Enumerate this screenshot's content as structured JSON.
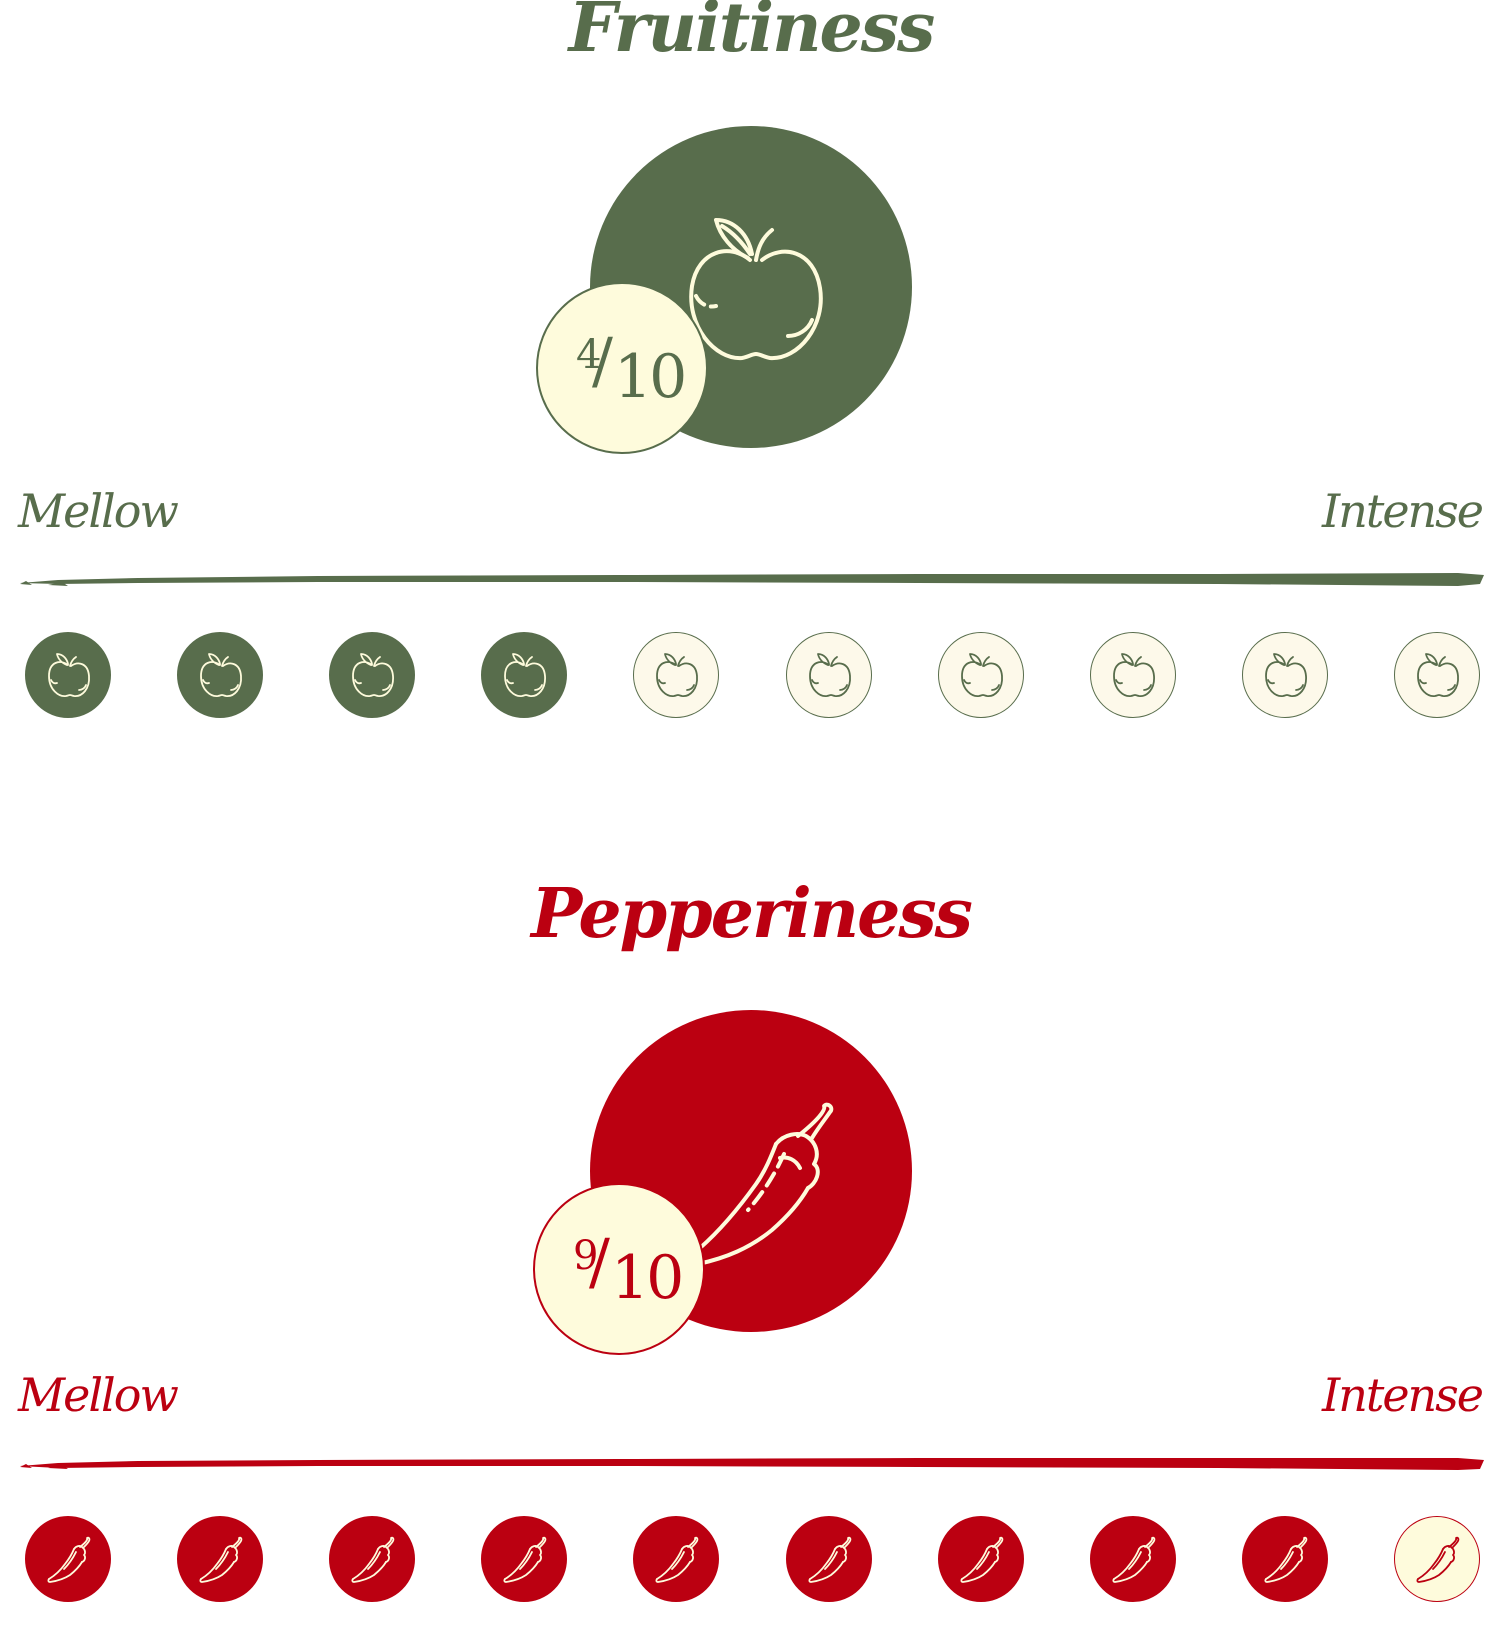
{
  "fruitiness": {
    "title": "Fruitiness",
    "score": "4",
    "out_of": "10",
    "score_value": 4,
    "max_score": 10,
    "low_label": "Mellow",
    "high_label": "Intense",
    "icon": "apple-icon",
    "colors": {
      "accent": "#586d4c",
      "badge": "#fefbdc",
      "dot_empty": "#fdf9ea"
    }
  },
  "pepperiness": {
    "title": "Pepperiness",
    "score": "9",
    "out_of": "10",
    "score_value": 9,
    "max_score": 10,
    "low_label": "Mellow",
    "high_label": "Intense",
    "icon": "chili-pepper-icon",
    "colors": {
      "accent": "#bb0011",
      "badge": "#fefbdc",
      "dot_empty": "#fefbdc"
    }
  }
}
